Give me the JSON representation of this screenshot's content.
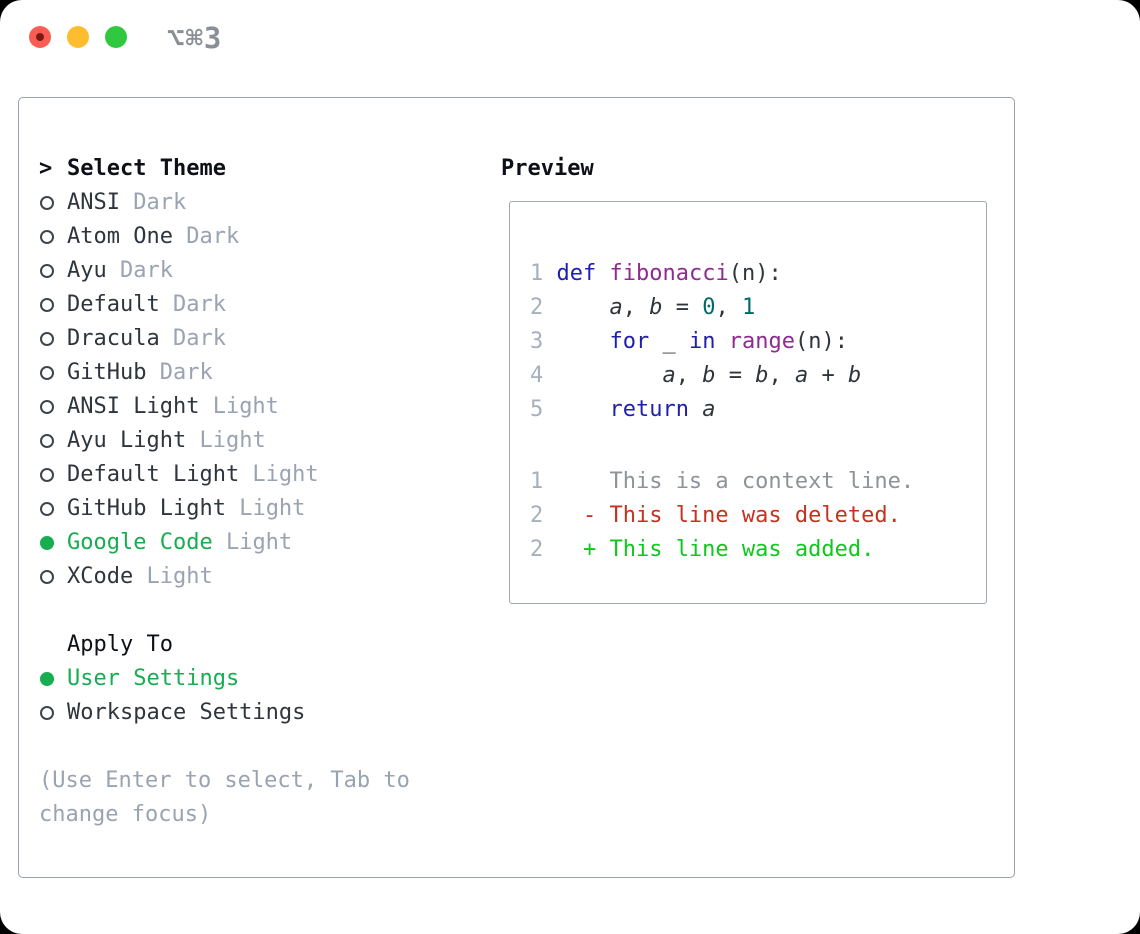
{
  "window": {
    "shortcut": "⌥⌘3",
    "traffic_lights": [
      "close",
      "minimize",
      "zoom"
    ]
  },
  "theme_picker": {
    "caret": ">",
    "title": "Select Theme",
    "items": [
      {
        "name": "ANSI",
        "variant": "Dark",
        "selected": false
      },
      {
        "name": "Atom One",
        "variant": "Dark",
        "selected": false
      },
      {
        "name": "Ayu",
        "variant": "Dark",
        "selected": false
      },
      {
        "name": "Default",
        "variant": "Dark",
        "selected": false
      },
      {
        "name": "Dracula",
        "variant": "Dark",
        "selected": false
      },
      {
        "name": "GitHub",
        "variant": "Dark",
        "selected": false
      },
      {
        "name": "ANSI Light",
        "variant": "Light",
        "selected": false
      },
      {
        "name": "Ayu Light",
        "variant": "Light",
        "selected": false
      },
      {
        "name": "Default Light",
        "variant": "Light",
        "selected": false
      },
      {
        "name": "GitHub Light",
        "variant": "Light",
        "selected": false
      },
      {
        "name": "Google Code",
        "variant": "Light",
        "selected": true
      },
      {
        "name": "XCode",
        "variant": "Light",
        "selected": false
      }
    ],
    "apply_to": {
      "title": "Apply To",
      "options": [
        {
          "label": "User Settings",
          "selected": true
        },
        {
          "label": "Workspace Settings",
          "selected": false
        }
      ]
    },
    "help": "(Use Enter to select, Tab to change focus)"
  },
  "preview": {
    "title": "Preview",
    "code_lines": [
      {
        "num": "1",
        "tokens": [
          {
            "text": "def",
            "style": "kw"
          },
          {
            "text": " ",
            "style": ""
          },
          {
            "text": "fibonacci",
            "style": "fn"
          },
          {
            "text": "(n):",
            "style": ""
          }
        ]
      },
      {
        "num": "2",
        "tokens": [
          {
            "text": "    ",
            "style": ""
          },
          {
            "text": "a",
            "style": "var"
          },
          {
            "text": ", ",
            "style": ""
          },
          {
            "text": "b",
            "style": "var"
          },
          {
            "text": " = ",
            "style": ""
          },
          {
            "text": "0",
            "style": "lit"
          },
          {
            "text": ", ",
            "style": ""
          },
          {
            "text": "1",
            "style": "lit"
          }
        ]
      },
      {
        "num": "3",
        "tokens": [
          {
            "text": "    ",
            "style": ""
          },
          {
            "text": "for",
            "style": "kw"
          },
          {
            "text": " _ ",
            "style": ""
          },
          {
            "text": "in",
            "style": "kw"
          },
          {
            "text": " ",
            "style": ""
          },
          {
            "text": "range",
            "style": "fn"
          },
          {
            "text": "(n):",
            "style": ""
          }
        ]
      },
      {
        "num": "4",
        "tokens": [
          {
            "text": "        ",
            "style": ""
          },
          {
            "text": "a",
            "style": "var"
          },
          {
            "text": ", ",
            "style": ""
          },
          {
            "text": "b",
            "style": "var"
          },
          {
            "text": " = ",
            "style": ""
          },
          {
            "text": "b",
            "style": "var"
          },
          {
            "text": ", ",
            "style": ""
          },
          {
            "text": "a",
            "style": "var"
          },
          {
            "text": " + ",
            "style": ""
          },
          {
            "text": "b",
            "style": "var"
          }
        ]
      },
      {
        "num": "5",
        "tokens": [
          {
            "text": "    ",
            "style": ""
          },
          {
            "text": "return",
            "style": "kw"
          },
          {
            "text": " ",
            "style": ""
          },
          {
            "text": "a",
            "style": "var"
          }
        ]
      }
    ],
    "diff_lines": [
      {
        "num": "1",
        "tokens": [
          {
            "text": "    This is a context line.",
            "style": "ctx"
          }
        ]
      },
      {
        "num": "2",
        "tokens": [
          {
            "text": "  - This line was deleted.",
            "style": "del"
          }
        ]
      },
      {
        "num": "2",
        "tokens": [
          {
            "text": "  + This line was added.",
            "style": "add"
          }
        ]
      }
    ]
  },
  "colors": {
    "window_bg": "#ffffff",
    "panel_border": "#9aa2ae",
    "preview_border": "#a0a8b3",
    "title": "#0d1117",
    "text": "#2f353d",
    "muted": "#9aa3b1",
    "ring": "#3f454d",
    "accent": "#17ad50",
    "shortcut": "#8a8f96",
    "traffic_red": "#f95d53",
    "traffic_red_dot": "#7b1a13",
    "traffic_yellow": "#fdbd2e",
    "traffic_green": "#2fc840",
    "keyword": "#1f1fad",
    "function": "#8e2b90",
    "literal": "#016969",
    "line_number": "#a6b0bd",
    "diff_context": "#8e9299",
    "diff_deleted": "#c5321e",
    "diff_added": "#0ec81d"
  }
}
